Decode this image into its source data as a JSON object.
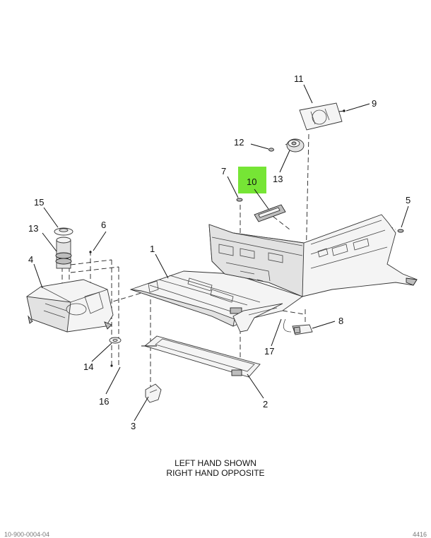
{
  "callouts": {
    "c1": "1",
    "c2": "2",
    "c3": "3",
    "c4": "4",
    "c5": "5",
    "c6": "6",
    "c7": "7",
    "c8": "8",
    "c9": "9",
    "c10": "10",
    "c11": "11",
    "c12": "12",
    "c13a": "13",
    "c13b": "13",
    "c14": "14",
    "c15": "15",
    "c16": "16",
    "c17": "17"
  },
  "highlight": {
    "color": "#76e535",
    "callout": "10"
  },
  "caption": {
    "line1": "LEFT HAND SHOWN",
    "line2": "RIGHT HAND OPPOSITE"
  },
  "footer": {
    "left": "10-900-0004-04",
    "right": "4416"
  }
}
